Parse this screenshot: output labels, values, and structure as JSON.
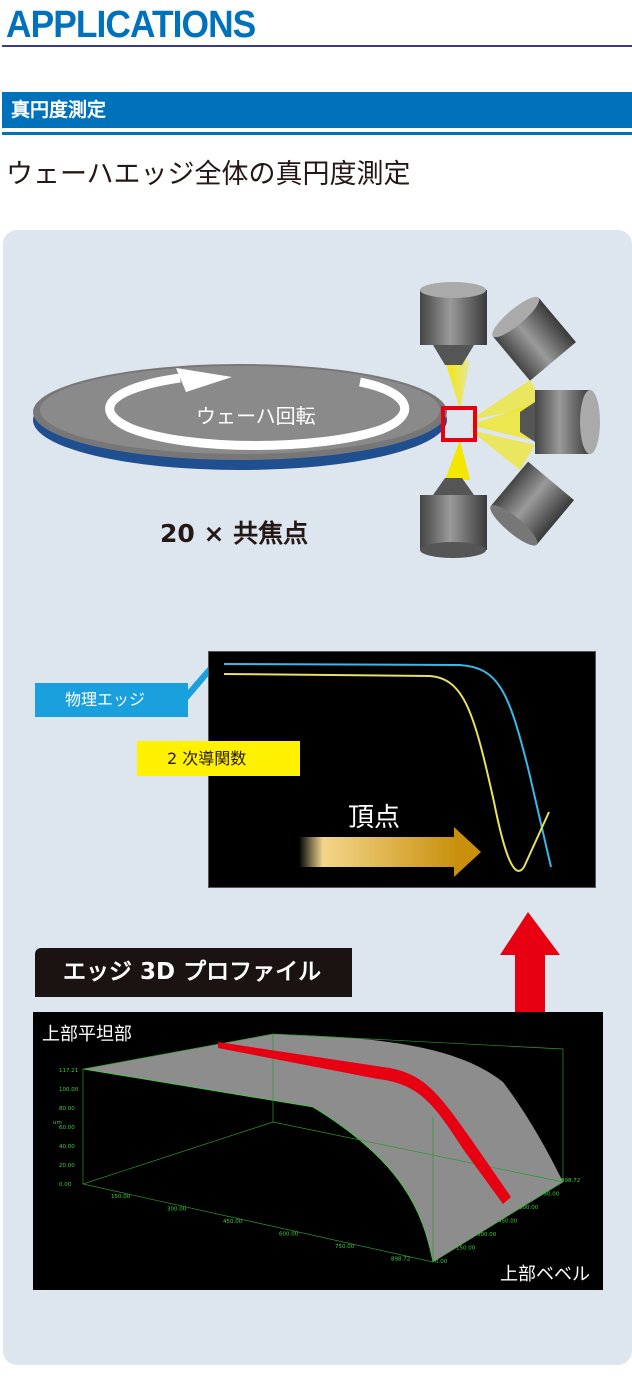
{
  "header": {
    "title": "APPLICATIONS"
  },
  "section": {
    "heading": "真円度測定",
    "subtitle": "ウェーハエッジ全体の真円度測定"
  },
  "diagram": {
    "rotation_label": "ウェーハ回転",
    "confocal_label": "20 × 共焦点",
    "graph": {
      "edge_label": "物理エッジ",
      "derivative_label": "2 次導関数",
      "apex_label": "頂点"
    },
    "profile": {
      "tag": "エッジ 3D プロファイル",
      "flat_label": "上部平坦部",
      "bevel_label": "上部ベベル",
      "unit": "um",
      "z_ticks": [
        "117.21",
        "100.00",
        "80.00",
        "60.00",
        "40.00",
        "20.00",
        "0.00"
      ],
      "x_ticks": [
        "150.00",
        "300.00",
        "450.00",
        "600.00",
        "750.00",
        "898.72"
      ],
      "y_ticks": [
        "0.00",
        "150.00",
        "300.00",
        "450.00",
        "600.00",
        "750.00",
        "898.72"
      ]
    }
  },
  "colors": {
    "brand_blue": "#0072bc",
    "edge_cyan": "#1aa0dc",
    "derivative_yellow": "#fff100",
    "highlight_red": "#e60012",
    "panel_bg": "#dde6ee"
  }
}
